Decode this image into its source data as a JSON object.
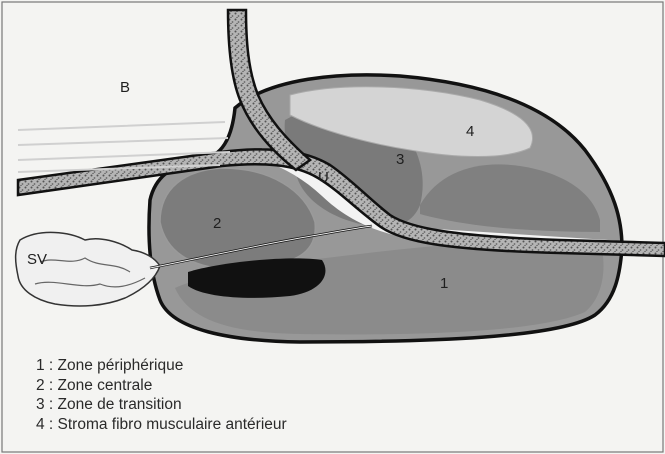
{
  "labels": {
    "bladder": "B",
    "urethra": "U",
    "seminal_vesicle": "SV",
    "zone1": "1",
    "zone2": "2",
    "zone3": "3",
    "zone4": "4"
  },
  "legend": [
    "1 : Zone périphérique",
    "2 : Zone centrale",
    "3 : Zone de transition",
    "4 : Stroma fibro musculaire antérieur"
  ],
  "colors": {
    "background": "#f4f4f2",
    "peripheral_zone": "#8b8b8b",
    "central_zone": "#7c7c7c",
    "transition_zone": "#7a7a7a",
    "anterior_stroma": "#d4d4d4",
    "outline": "#111111",
    "ejaculatory_duct": "#111111"
  }
}
